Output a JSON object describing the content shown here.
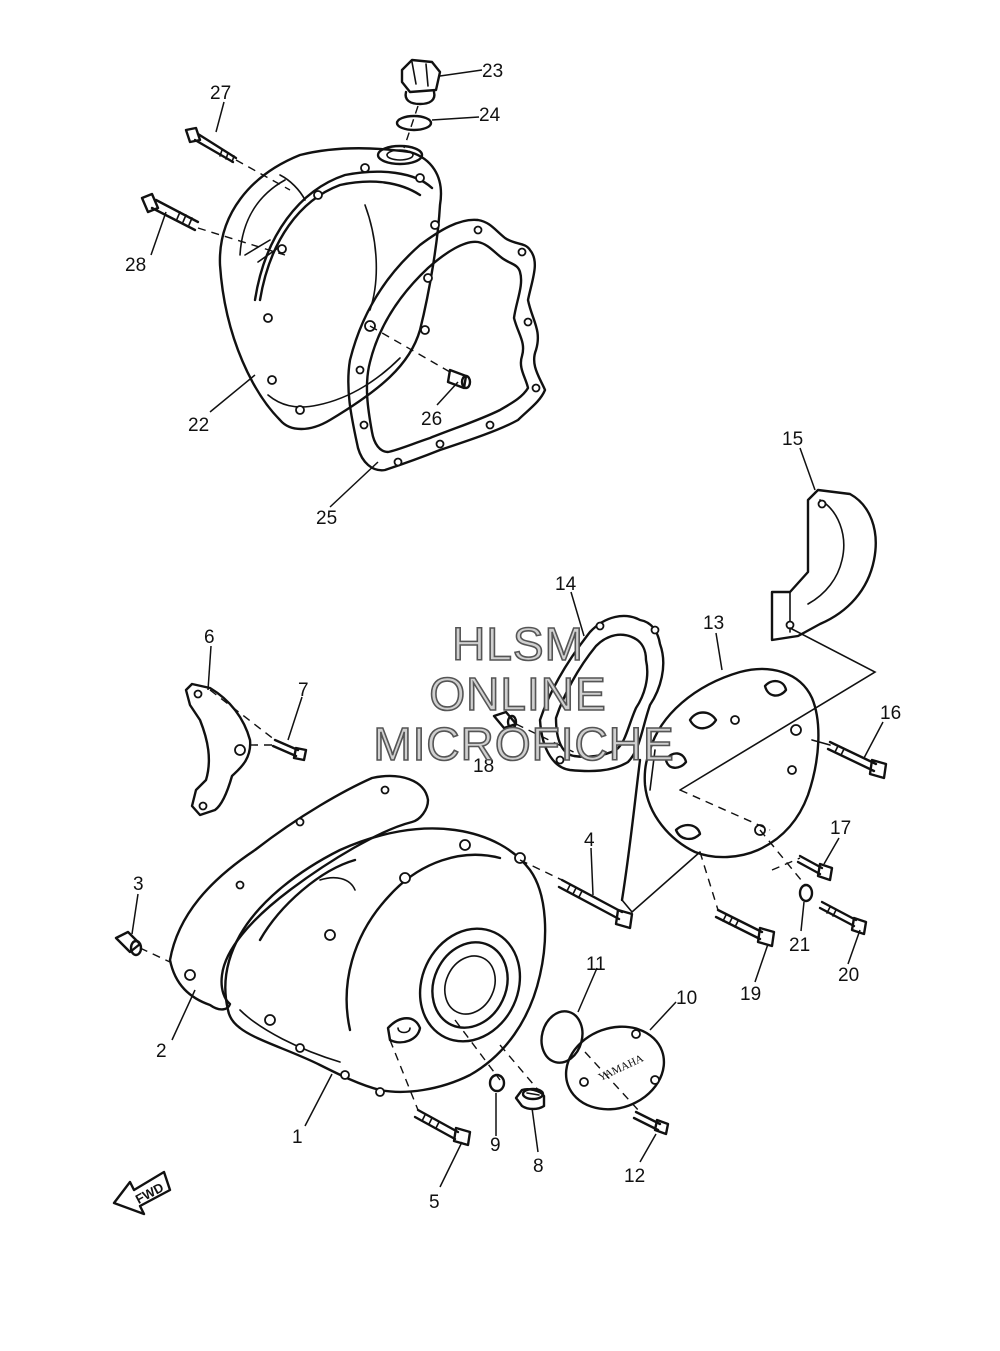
{
  "watermark": {
    "line1": "HLSM",
    "line2": "ONLINE",
    "line3": "MICROFICHE"
  },
  "direction_marker": "FWD",
  "cover_logo": "YAMAHA",
  "callouts": {
    "c1": "1",
    "c2": "2",
    "c3": "3",
    "c4": "4",
    "c5": "5",
    "c6": "6",
    "c7": "7",
    "c8": "8",
    "c9": "9",
    "c10": "10",
    "c11": "11",
    "c12": "12",
    "c13": "13",
    "c14": "14",
    "c15": "15",
    "c16": "16",
    "c17": "17",
    "c18": "18",
    "c19": "19",
    "c20": "20",
    "c21": "21",
    "c22": "22",
    "c23": "23",
    "c24": "24",
    "c25": "25",
    "c26": "26",
    "c27": "27",
    "c28": "28"
  }
}
